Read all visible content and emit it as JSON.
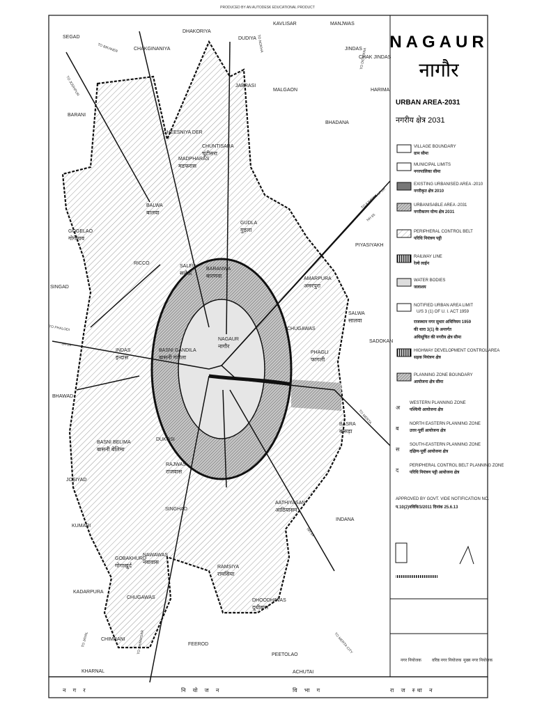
{
  "header_note": "PRODUCED BY AN AUTODESK EDUCATIONAL PRODUCT",
  "title": {
    "en": "NAGAUR",
    "hi": "नागौर",
    "subtitle_en": "URBAN AREA-2031",
    "subtitle_hi": "नगरीय क्षेत्र 2031"
  },
  "legend": [
    {
      "icon": "village-boundary",
      "en": "VILLAGE BOUNDARY",
      "hi": "ग्राम सीमा"
    },
    {
      "icon": "municipal-limits",
      "en": "MUNICIPAL LIMITS",
      "hi": "नगरपालिका सीमा"
    },
    {
      "icon": "existing-urbanised",
      "en": "EXISTING URBANISED AREA -2010",
      "hi": "नगरीकृत क्षेत्र 2010"
    },
    {
      "icon": "urbanisable",
      "en": "URBANISABLE AREA -2031",
      "hi": "नगरीकरण योग्य क्षेत्र 2031"
    },
    {
      "icon": "peripheral-belt",
      "en": "PERIPHERAL CONTROL BELT",
      "hi": "परिधि नियंत्रण पट्टी"
    },
    {
      "icon": "railway",
      "en": "RAILWAY LINE",
      "hi": "रेल्वे लाईन"
    },
    {
      "icon": "water",
      "en": "WATER BODIES",
      "hi": "जलाशय"
    },
    {
      "icon": "notified-limit",
      "en": "NOTIFIED URBAN AREA LIMIT",
      "en2": "U/S 3 (1) OF U. I. ACT 1959",
      "hi": "राजस्थान नगर सुधार अधिनियम 1959 की धारा 3(1) के अन्तर्गत अधिसूचित की नगरीय क्षेत्र सीमा"
    },
    {
      "icon": "highway-control",
      "en": "HIGHWAY DEVELOPMENT CONTROL AREA",
      "hi": "सड़क नियंत्रण क्षेत्र"
    },
    {
      "icon": "planning-zone",
      "en": "PLANNING ZONE BOUNDARY",
      "hi": "आयोजना क्षेत्र सीमा"
    }
  ],
  "zones": [
    {
      "symbol": "अ",
      "en": "WESTERN PLANNING ZONE",
      "hi": "पश्चिमी आयोजना क्षेत्र"
    },
    {
      "symbol": "ब",
      "en": "NORTH EASTERN PLANNING ZONE",
      "hi": "उत्तर-पूर्वी आयोजना क्षेत्र"
    },
    {
      "symbol": "स",
      "en": "SOUTH-EASTERN PLANNING ZONE",
      "hi": "दक्षिण-पूर्वी आयोजना क्षेत्र"
    },
    {
      "symbol": "द",
      "en": "PERIPHERAL CONTROL BELT PLANNING ZONE",
      "hi": "परिधि नियंत्रण पट्टी आयोजना क्षेत्र"
    }
  ],
  "approval": {
    "label": "APPROVED BY GOVT. VIDE NOTIFICATION NO.",
    "number": "प.10(2)नविवि/3/2011 दिनांक 25.6.13"
  },
  "signatures": [
    "नगर नियोजक",
    "वरिष्ठ नगर नियोजक",
    "मुख्य नगर नियोजक"
  ],
  "footer": [
    "न ग र",
    "नि यो ज न",
    "वि भा ग",
    "रा ज स्था न"
  ],
  "villages": [
    "SEGAD",
    "DHAKORIYA",
    "DUDIYA",
    "KAVLISAR",
    "MANJWAS",
    "JINDAS",
    "CHAK JINDAS",
    "CHAKGINANIYA",
    "JABRASI",
    "HARIMA",
    "BARANI",
    "MALGAON",
    "BHADANA",
    "GHEESNIYA DER",
    "CHUNTISARA",
    "MADPHARAS",
    "BALWA",
    "GUDLA",
    "GOGELAO",
    "RICCO",
    "PIYASIYAKH",
    "SINGAD",
    "SALEU",
    "BARANWA",
    "AMARPURA",
    "SALWA",
    "INDAS",
    "BASNI GANDILA",
    "NAGAUR",
    "CHUGAWAS",
    "PHAGLI",
    "SADOKAN",
    "BHAWAD",
    "BASNI BELIMA",
    "DUKOSI",
    "BASRA",
    "RAJWAS",
    "JOSIYAD",
    "SINGHAD",
    "AATHIYASAN",
    "INDANA",
    "KUMARI",
    "GOBAKHURD",
    "NAWAWAS",
    "RAMSIYA",
    "DHOODHIWAS",
    "KADARPURA",
    "CHUGAWAS",
    "CHIMRANI",
    "FEEROD",
    "PEETOLAO",
    "ACHUTAI",
    "KHARNAL"
  ],
  "villages_hi": {
    "CHUNTISARA": "चूंटीसरा",
    "MADPHARAS": "मडफरास",
    "BALWA": "बालवा",
    "GUDLA": "गुड़ला",
    "GOGELAO": "गोगेलाव",
    "SALEU": "सलेऊ",
    "BARANWA": "बारणवा",
    "AMARPURA": "अमरपुरा",
    "SALWA": "सालवा",
    "INDAS": "इन्दास",
    "BASNI GANDILA": "बासनी गंदीला",
    "NAGAUR": "नागौर",
    "PHAGLI": "फागली",
    "BASNI BELIMA": "बासनी बेलिमा",
    "BASRA": "बासड़ा",
    "RAJWAS": "राजवास",
    "AATHIYASAN": "आठियासन",
    "RAMSIYA": "रामसिया",
    "DHOODHIWAS": "दूधीवास",
    "GOBAKHURD": "गोगाखुर्द",
    "NAWAWAS": "नवावास"
  },
  "roads": [
    "TO BIKANER",
    "TO NOKHA",
    "TO JODHPUR",
    "TO PHALODI",
    "SH 19",
    "TO AJMER/JAIPUR",
    "NH 65",
    "TO MERTA",
    "TO KHINWSAR",
    "NH 89",
    "TO MERTA CITY",
    "TO DIDWANA",
    "TO JAYAL"
  ]
}
